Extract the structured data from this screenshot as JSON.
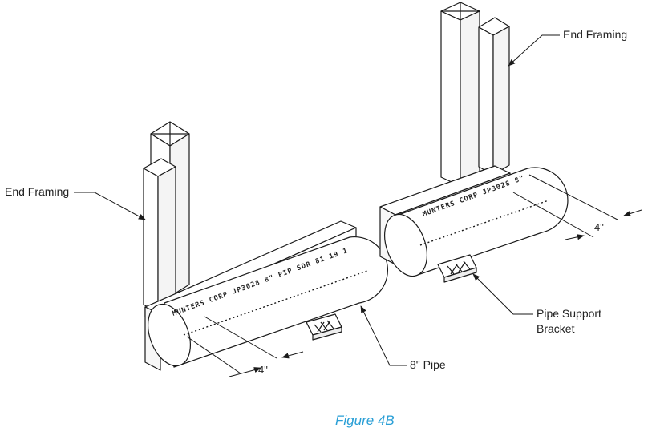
{
  "figure": {
    "caption": "Figure 4B",
    "caption_color": "#2a9fd6"
  },
  "labels": {
    "end_framing_left": "End Framing",
    "end_framing_right": "End Framing",
    "pipe_label": "8\" Pipe",
    "support_bracket_line1": "Pipe Support",
    "support_bracket_line2": "Bracket",
    "dim_left": "4\"",
    "dim_right": "4\""
  },
  "pipe_markings": {
    "left": "MUNTERS CORP JP3028 8\" PIP SDR 81 19 1",
    "right": "MUNTERS CORP JP3028 8\""
  },
  "colors": {
    "line": "#1a1a1a",
    "face_light": "#ffffff",
    "face_shade": "#f2f2f2"
  }
}
